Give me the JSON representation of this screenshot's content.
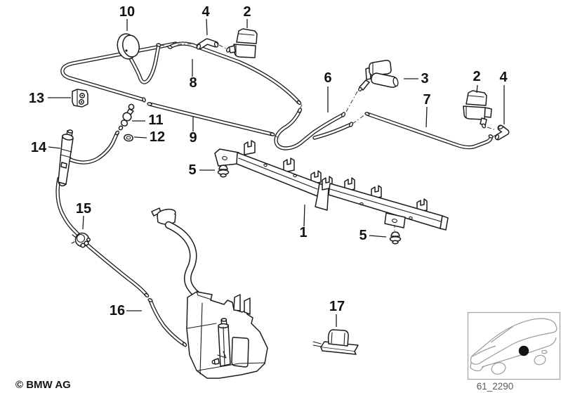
{
  "diagram": {
    "description_colors": {
      "line": "#1c1c1c",
      "background": "#ffffff",
      "inset_line": "#9b9b9b",
      "inset_text": "#5a5a5a"
    },
    "callouts": [
      {
        "label": "10"
      },
      {
        "label": "4"
      },
      {
        "label": "2"
      },
      {
        "label": "13"
      },
      {
        "label": "8"
      },
      {
        "label": "9"
      },
      {
        "label": "11"
      },
      {
        "label": "12"
      },
      {
        "label": "14"
      },
      {
        "label": "6"
      },
      {
        "label": "3"
      },
      {
        "label": "7"
      },
      {
        "label": "2"
      },
      {
        "label": "4"
      },
      {
        "label": "1"
      },
      {
        "label": "5"
      },
      {
        "label": "5"
      },
      {
        "label": "15"
      },
      {
        "label": "16"
      },
      {
        "label": "17"
      }
    ]
  },
  "footer": {
    "copyright": "© BMW AG"
  },
  "inset": {
    "code": "61_2290"
  }
}
